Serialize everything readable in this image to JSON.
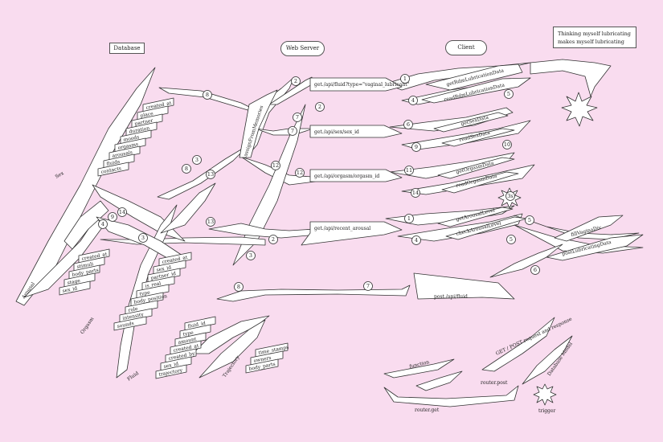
{
  "headers": {
    "database": "Database",
    "web_server": "Web Server",
    "client": "Client"
  },
  "note": {
    "line1": "Thinking myself lubricating",
    "line2": "makes myself lubricating"
  },
  "tables": {
    "sex": {
      "name": "Sex",
      "fields": [
        "created_at",
        "place",
        "partner",
        "duration",
        "moods",
        "orgasms",
        "arousals",
        "fluids",
        "contacts"
      ]
    },
    "arousal": {
      "name": "Arousal",
      "fields": [
        "created_at",
        "stimuli",
        "body_parts",
        "stage",
        "sex_id"
      ]
    },
    "orgasm": {
      "name": "Orgasm",
      "fields": [
        "created_at",
        "sex_id",
        "partner_id",
        "is_real",
        "type",
        "body_position",
        "role",
        "intensity",
        "sounds"
      ]
    },
    "fluid": {
      "name": "Fluid",
      "fields": [
        "fluid_id",
        "type",
        "amount",
        "created_at",
        "created_by",
        "sex_id",
        "trajectory"
      ]
    },
    "trajectory": {
      "name": "Trajectory",
      "fields": [
        "time_stamps",
        "owners",
        "body_parts"
      ]
    }
  },
  "server": {
    "hub": "assignFromMemories",
    "routes": [
      "get./api/fluid?type=\"vaginal_lubricant\"",
      "get./api/sex/sex_id",
      "get./api/orgasm/orgasm_id",
      "get./api/recent_arousal",
      "post./api/fluid"
    ]
  },
  "client": {
    "functions": [
      "getRdmLubricationData",
      "readRdmLubricationData",
      "getSexData",
      "readSexData",
      "getOrgasmData",
      "readOrgasmData",
      "getArousalLevel",
      "checkArousalLevel",
      "fillVaginaDiv",
      "postLubricatingData"
    ]
  },
  "badges": [
    "8",
    "2",
    "1",
    "4",
    "2",
    "7",
    "6",
    "9",
    "5",
    "7",
    "11",
    "14",
    "10",
    "12",
    "12",
    "13",
    "8",
    "3",
    "3s",
    "1",
    "5",
    "4",
    "5",
    "6",
    "2",
    "3",
    "3",
    "13",
    "14",
    "9",
    "4",
    "8",
    "7"
  ],
  "legend": {
    "function": "function",
    "router_post": "router.post",
    "router_get": "router.get",
    "request_response": "GET / POST request and response",
    "database_model": "Database Model",
    "trigger": "trigger"
  }
}
